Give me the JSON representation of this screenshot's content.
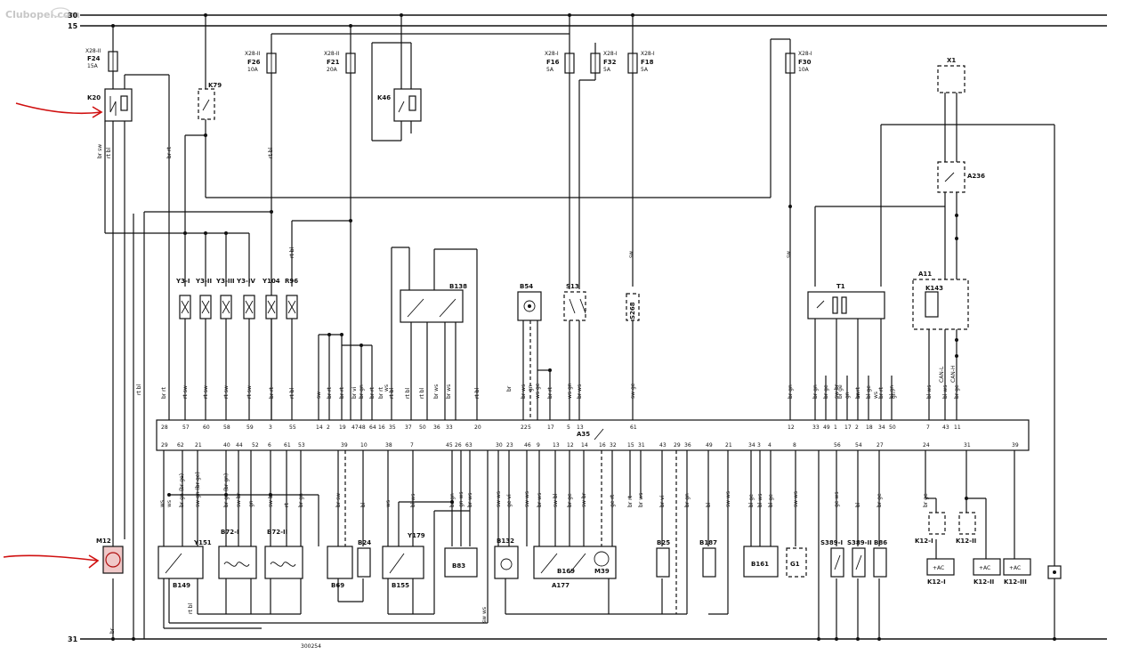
{
  "watermark": "Clubopel.com",
  "drawing_number": "300254",
  "rails": {
    "r30": "30",
    "r15": "15",
    "r31": "31"
  },
  "fuses": [
    {
      "id": "F24",
      "loc": "X28-II",
      "rating": "15A"
    },
    {
      "id": "F26",
      "loc": "X28-II",
      "rating": "10A"
    },
    {
      "id": "F21",
      "loc": "X28-II",
      "rating": "20A"
    },
    {
      "id": "F16",
      "loc": "X28-I",
      "rating": "5A"
    },
    {
      "id": "F32",
      "loc": "X28-I",
      "rating": "5A"
    },
    {
      "id": "F18",
      "loc": "X28-I",
      "rating": "5A"
    },
    {
      "id": "F30",
      "loc": "X28-I",
      "rating": "10A"
    }
  ],
  "relays": {
    "k20": "K20",
    "k79": "K79",
    "k46": "K46"
  },
  "components": {
    "y3i": "Y3-I",
    "y3ii": "Y3-II",
    "y3iii": "Y3-III",
    "y3iv": "Y3-IV",
    "y104": "Y104",
    "r96": "R96",
    "b138": "B138",
    "b54": "B54",
    "s13": "S13",
    "s268": "S268",
    "t1": "T1",
    "a11": "A11",
    "k143": "K143",
    "a236": "A236",
    "x1": "X1",
    "a35": "A35",
    "m12": "M12",
    "b149": "B149",
    "y151": "Y151",
    "b72i": "B72-I",
    "b72ii": "B72-II",
    "b69": "B69",
    "b24": "B24",
    "y179": "Y179",
    "b155": "B155",
    "b83": "B83",
    "b132": "B132",
    "b169": "B169",
    "m39": "M39",
    "a177": "A177",
    "b25": "B25",
    "b187": "B187",
    "b161": "B161",
    "g1": "G1",
    "s389i": "S389-I",
    "s389ii": "S389-II",
    "b86": "B86",
    "k12i_top": "K12-I",
    "k12ii_top": "K12-II",
    "k12i": "K12-I",
    "k12ii": "K12-II",
    "k12iii": "K12-III",
    "ac": "+AC"
  },
  "can": {
    "low": "CAN-L",
    "high": "CAN-H"
  },
  "top_pins": [
    "28",
    "57",
    "60",
    "58",
    "59",
    "3",
    "55",
    "14",
    "2",
    "19",
    "47",
    "48",
    "64",
    "16",
    "35",
    "37",
    "50",
    "36",
    "33",
    "20",
    "22",
    "5",
    "17",
    "5",
    "13",
    "61",
    "12",
    "33",
    "49",
    "1",
    "17",
    "2",
    "18",
    "34",
    "50",
    "7",
    "43",
    "11"
  ],
  "bottom_pins": [
    "29",
    "62",
    "21",
    "40",
    "44",
    "52",
    "6",
    "61",
    "53",
    "39",
    "10",
    "38",
    "7",
    "45",
    "26",
    "63",
    "30",
    "23",
    "46",
    "9",
    "13",
    "12",
    "14",
    "16",
    "32",
    "15",
    "31",
    "43",
    "29",
    "36",
    "49",
    "21",
    "34",
    "3",
    "4",
    "8",
    "56",
    "54",
    "27",
    "24",
    "31",
    "39"
  ],
  "wire_colors": {
    "top": [
      "br rt",
      "rt sw",
      "rt sw",
      "rt sw",
      "rt sw",
      "br rt",
      "rt bl",
      "sw",
      "br rt",
      "br rt",
      "br vi",
      "br gn",
      "br rt",
      "br rt",
      "rt bl",
      "rt bl",
      "rt bl",
      "br ws",
      "br ws",
      "rt bl",
      "br ws",
      "ws ge",
      "br rt",
      "ws gn",
      "br ws",
      "sw ge",
      "br gn",
      "br gn",
      "br ge",
      "sw br",
      "gn",
      "sw",
      "bl ge",
      "br rt",
      "bl gn",
      "bl ws",
      "bl ws",
      "br ge",
      "br ge",
      "br rt",
      "ws",
      "gn"
    ],
    "bottom": [
      "ws",
      "br gn (br ge)",
      "sw gn (br ge)",
      "br gn (br gn)",
      "sw br",
      "gn",
      "sw br",
      "rt",
      "br gn",
      "br sw",
      "bl",
      "ws",
      "bl ws",
      "br gn",
      "gn ws",
      "br ws",
      "sw ws",
      "ge vi",
      "sw ws",
      "br ws",
      "sw bl",
      "br ge",
      "sw br",
      "ge rt",
      "br rt",
      "br ws",
      "br vi",
      "br gn",
      "bl",
      "sw ws",
      "bl ge",
      "bl ws",
      "bl ge",
      "sw ws",
      "ge ws",
      "bl",
      "br ge",
      "br ge"
    ],
    "misc": [
      "br sw",
      "rt bl",
      "br rt",
      "rt bl",
      "rt bl",
      "ws",
      "gn",
      "br",
      "sw",
      "sw ws",
      "rt bl",
      "br",
      "ws",
      "sw",
      "rt bl"
    ]
  }
}
